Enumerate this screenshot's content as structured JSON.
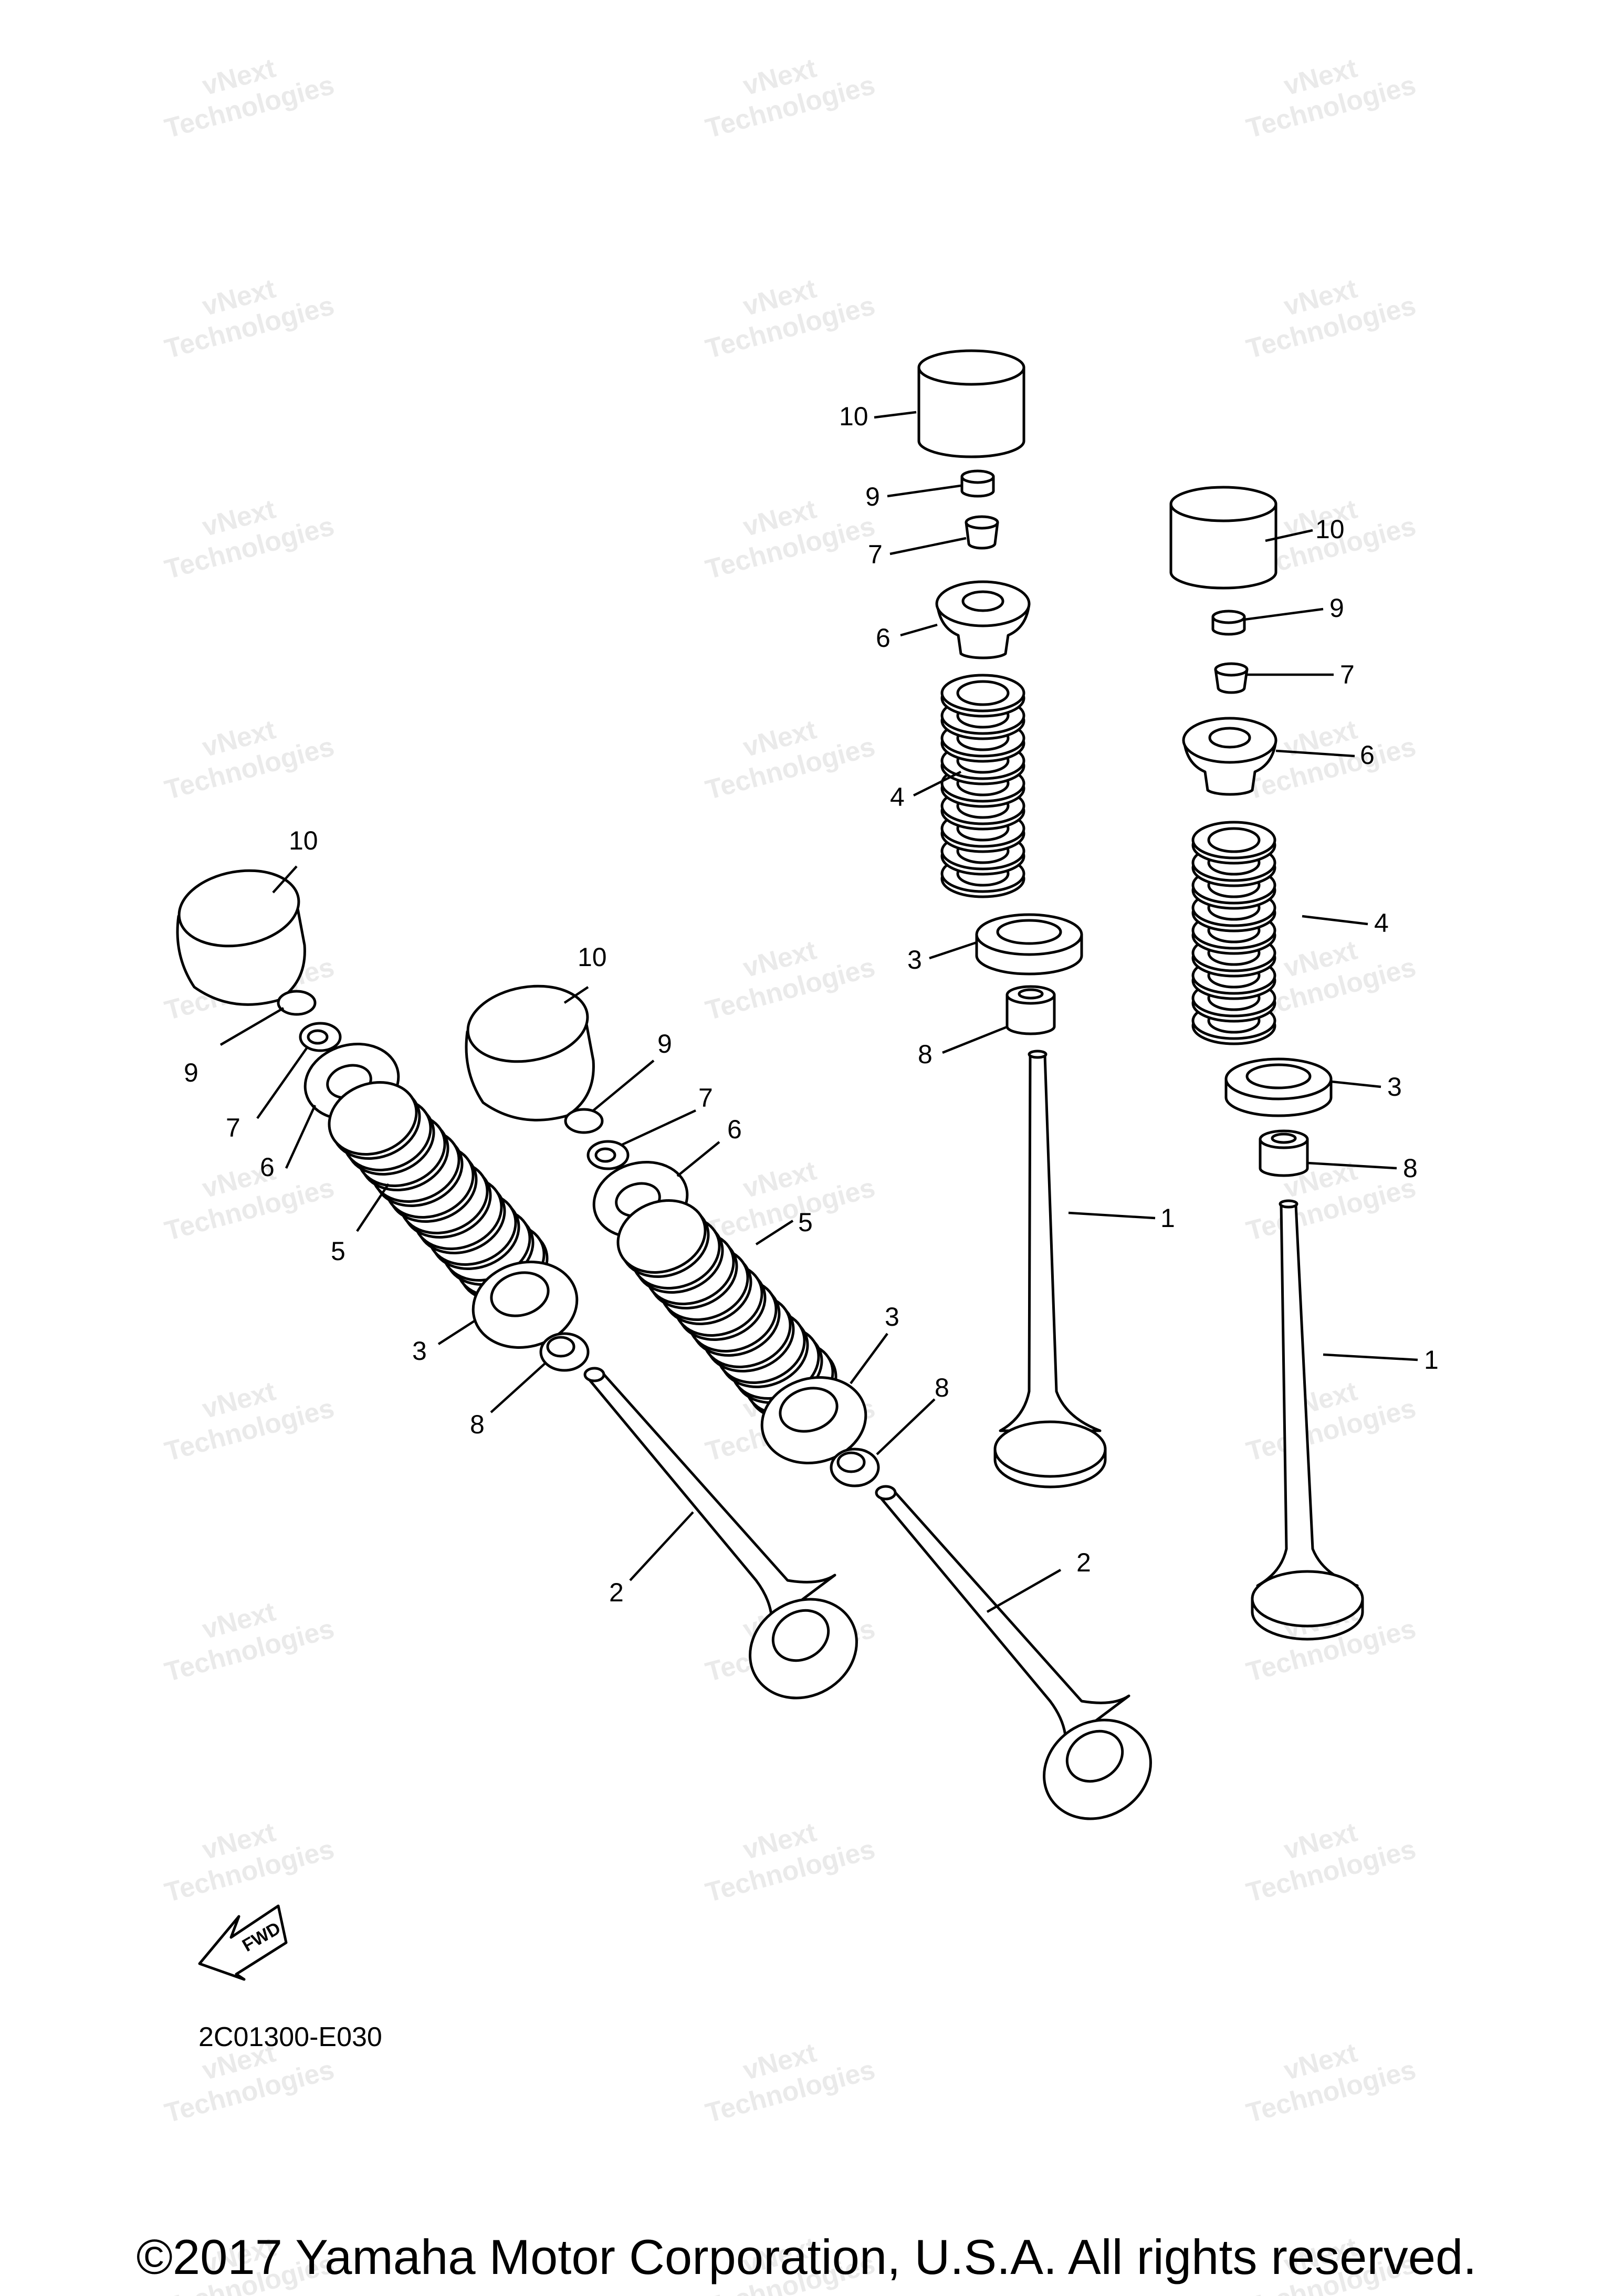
{
  "watermark": {
    "line1": "vNext",
    "line2": "Technologies"
  },
  "diagram_code": "2C01300-E030",
  "copyright": "©2017 Yamaha Motor Corporation, U.S.A. All rights reserved.",
  "fwd_label": "FWD",
  "callout_numbers": {
    "n1": "1",
    "n2": "2",
    "n3": "3",
    "n4": "4",
    "n5": "5",
    "n6": "6",
    "n7": "7",
    "n8": "8",
    "n9": "9",
    "n10": "10"
  },
  "colors": {
    "line": "#000000",
    "background": "#ffffff",
    "watermark": "#d9d9d9"
  }
}
